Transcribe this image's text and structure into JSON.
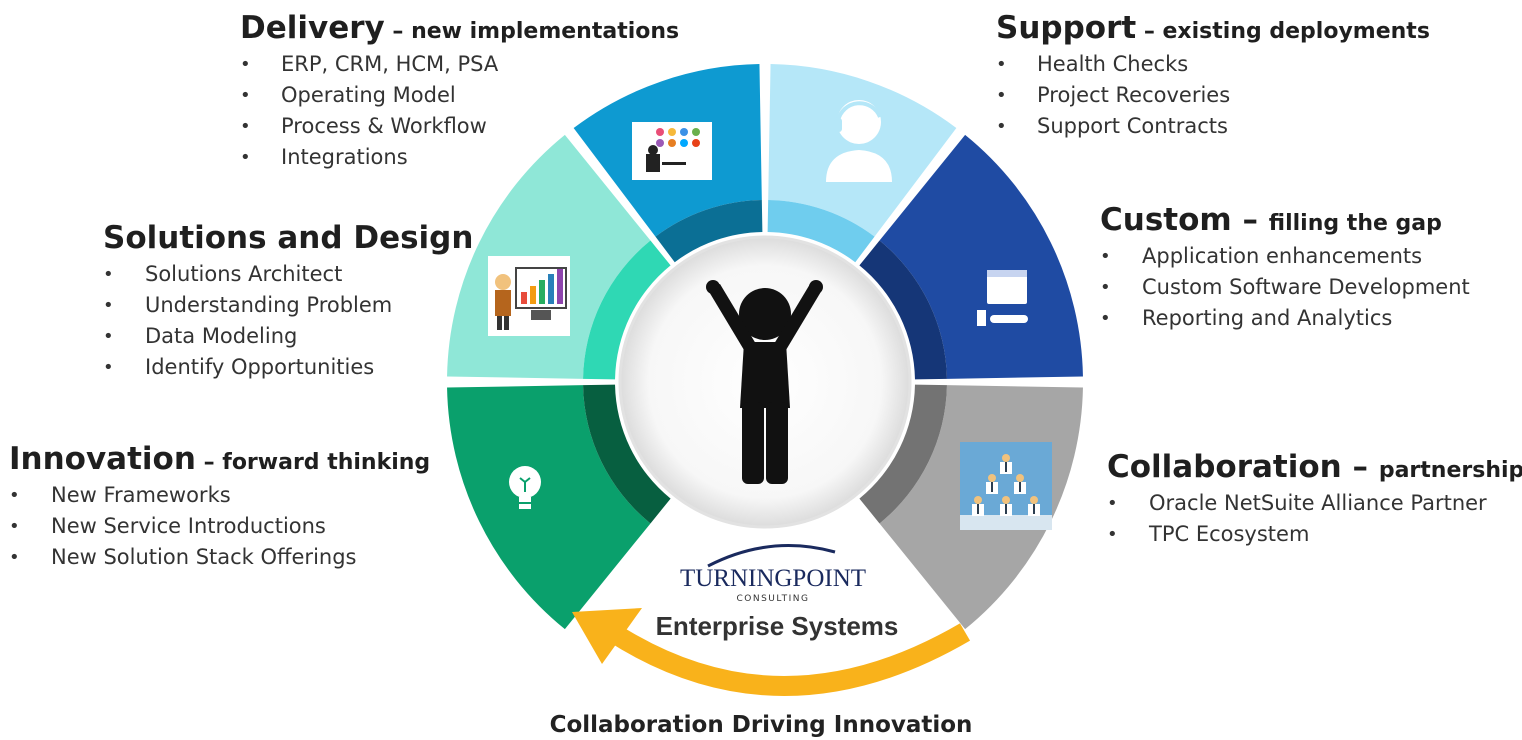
{
  "segments": [
    {
      "id": "delivery",
      "title": "Delivery",
      "sep": " – ",
      "subtitle": "new implementations",
      "items": [
        "ERP, CRM, HCM, PSA",
        "Operating Model",
        "Process & Workflow",
        "Integrations"
      ],
      "color": "#0e9ad1",
      "inner": "#0b6f95",
      "icon": "planning-illustration-icon"
    },
    {
      "id": "support",
      "title": "Support",
      "sep": " – ",
      "subtitle": "existing deployments",
      "items": [
        "Health Checks",
        "Project Recoveries",
        "Support Contracts"
      ],
      "color": "#b5e7f8",
      "inner": "#6fcdee",
      "icon": "headset-user-icon"
    },
    {
      "id": "custom",
      "title": "Custom",
      "sep": " – ",
      "subtitle": "filling the gap",
      "items": [
        "Application enhancements",
        "Custom Software Development",
        "Reporting and Analytics"
      ],
      "color": "#1f4ba3",
      "inner": "#153677",
      "icon": "computer-icon"
    },
    {
      "id": "collaboration",
      "title": "Collaboration",
      "sep": " – ",
      "subtitle": "partnerships",
      "items": [
        "Oracle NetSuite Alliance Partner",
        "TPC Ecosystem"
      ],
      "color": "#a6a6a6",
      "inner": "#737373",
      "icon": "team-pyramid-icon"
    },
    {
      "id": "innovation",
      "title": "Innovation",
      "sep": " – ",
      "subtitle": "forward thinking",
      "items": [
        "New Frameworks",
        "New Service Introductions",
        "New Solution Stack Offerings"
      ],
      "color": "#0aa06c",
      "inner": "#075f40",
      "icon": "lightbulb-icon"
    },
    {
      "id": "solutions",
      "title": "Solutions and Design",
      "sep": "",
      "subtitle": "",
      "items": [
        "Solutions Architect",
        "Understanding Problem",
        "Data Modeling",
        "Identify Opportunities"
      ],
      "color": "#8fe7d7",
      "inner": "#2fd8b4",
      "icon": "presenter-chart-icon"
    }
  ],
  "logo": {
    "brand": "TURNINGPOINT",
    "sub": "CONSULTING"
  },
  "center_title": "Enterprise Systems",
  "footer": "Collaboration Driving Innovation",
  "arrow_color": "#f9b21b"
}
